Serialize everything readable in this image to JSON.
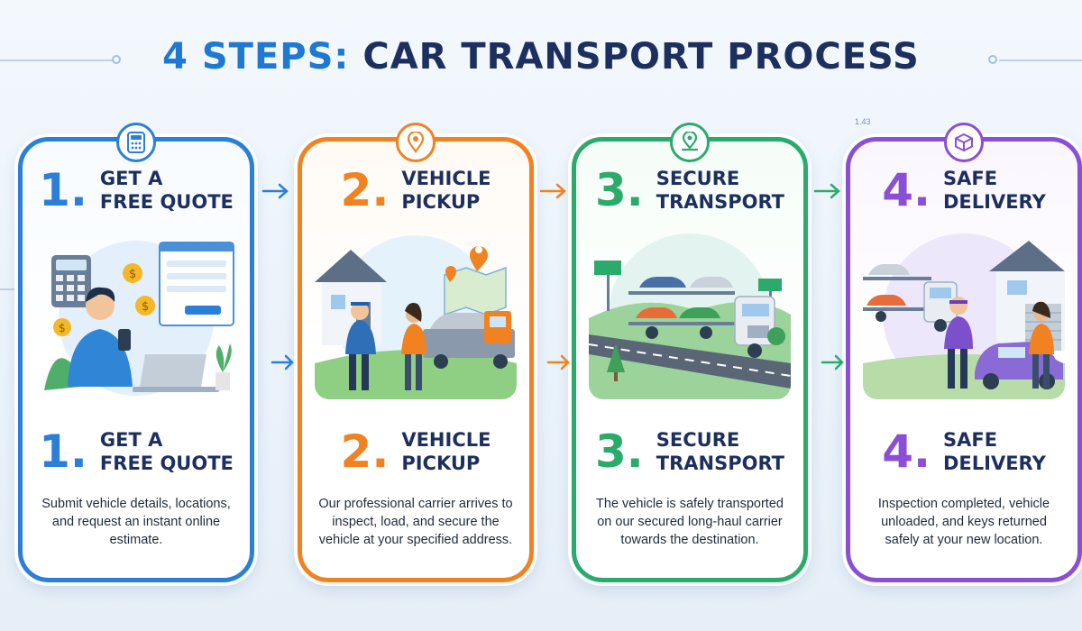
{
  "title": {
    "prefix": "4 STEPS:",
    "main": "CAR TRANSPORT PROCESS"
  },
  "deco_number": "1.43",
  "colors": {
    "step1": "#2b7fd8",
    "step2": "#f08222",
    "step3": "#2bab6b",
    "step4": "#8a4fd6",
    "title": "#1c2f5e"
  },
  "steps": [
    {
      "number": "1.",
      "line1": "GET A",
      "line2": "FREE QUOTE",
      "icon": "calculator-icon",
      "desc": "Submit vehicle details, locations, and request an instant online estimate."
    },
    {
      "number": "2.",
      "line1": "VEHICLE",
      "line2": "PICKUP",
      "icon": "location-pin-icon",
      "desc": "Our professional carrier arrives to inspect, load, and secure the vehicle at your specified address."
    },
    {
      "number": "3.",
      "line1": "SECURE",
      "line2": "TRANSPORT",
      "icon": "map-pin-icon",
      "desc": "The vehicle is safely transported on our secured long-haul carrier towards the destination."
    },
    {
      "number": "4.",
      "line1": "SAFE",
      "line2": "DELIVERY",
      "icon": "package-icon",
      "desc": "Inspection completed, vehicle unloaded, and keys returned safely at your new location."
    }
  ]
}
